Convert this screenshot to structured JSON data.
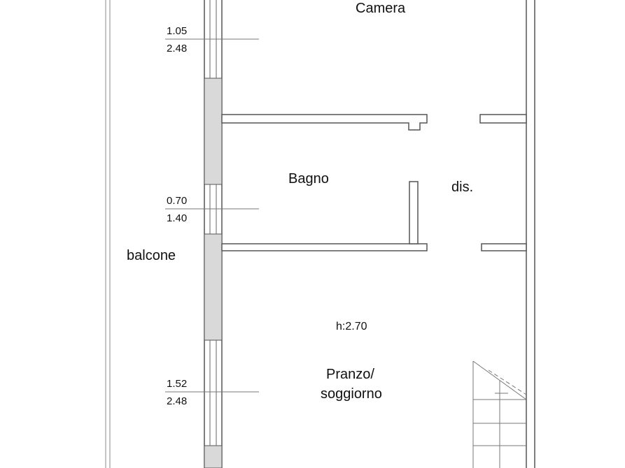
{
  "rooms": {
    "camera": "Camera",
    "bagno": "Bagno",
    "dis": "dis.",
    "balcone": "balcone",
    "pranzo_line1": "Pranzo/",
    "pranzo_line2": "soggiorno"
  },
  "ceiling_height": "h:2.70",
  "windows": {
    "top": {
      "width": "1.05",
      "height": "2.48"
    },
    "middle": {
      "width": "0.70",
      "height": "1.40"
    },
    "bottom": {
      "width": "1.52",
      "height": "2.48"
    }
  },
  "colors": {
    "wall": "#555555",
    "wall_fill": "#ffffff",
    "window_fill": "#d9d9d9",
    "line": "#555555",
    "text": "#111111"
  }
}
